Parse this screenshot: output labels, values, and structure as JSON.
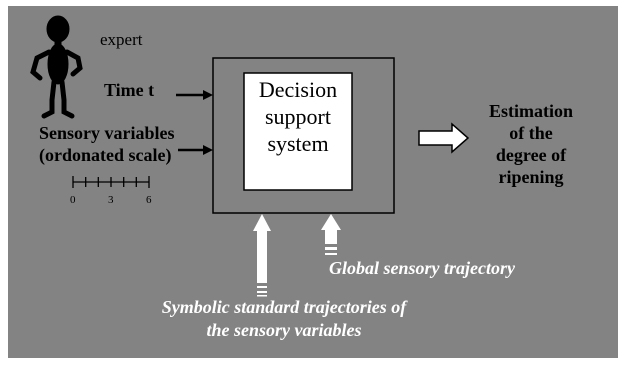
{
  "labels": {
    "expert": "expert",
    "time": "Time t",
    "sensory_line1": "Sensory variables",
    "sensory_line2": "(ordonated scale)",
    "scale_0": "0",
    "scale_3": "3",
    "scale_6": "6",
    "dss_line1": "Decision",
    "dss_line2": "support",
    "dss_line3": "system",
    "estimation_line1": "Estimation",
    "estimation_line2": "of the",
    "estimation_line3": "degree of",
    "estimation_line4": "ripening",
    "global_trajectory": "Global sensory trajectory",
    "symbolic_line1": "Symbolic standard trajectories of",
    "symbolic_line2": "the sensory variables"
  },
  "colors": {
    "background": "#838383",
    "text_dark": "#000000",
    "text_light": "#ffffff",
    "box_fill": "#ffffff"
  },
  "icons": {
    "expert_figure": "person-icon"
  }
}
